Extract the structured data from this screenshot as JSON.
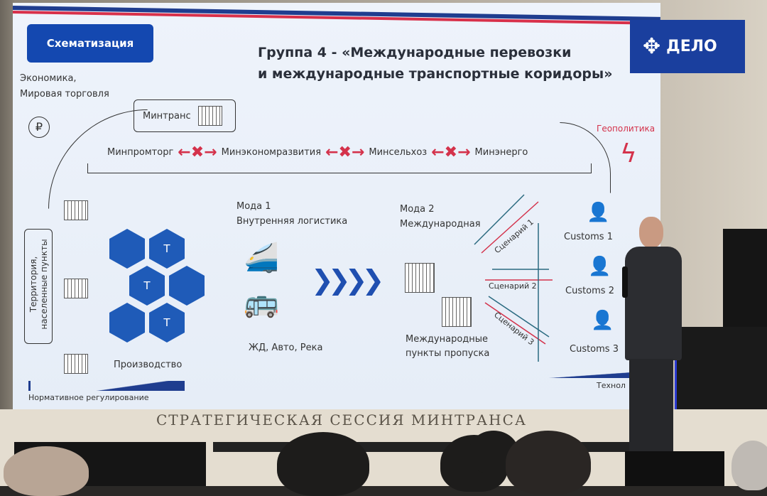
{
  "slide": {
    "badge": "Схематизация",
    "title_line1": "Группа 4 - «Международные перевозки",
    "title_line2": "и международные транспортные коридоры»",
    "economy_line1": "Экономика,",
    "economy_line2": "Мировая торговля",
    "geopolitics": "Геополитика",
    "mintrans": "Минтранс",
    "ministries": [
      "Минпромторг",
      "Минэкономразвития",
      "Минсельхоз",
      "Минэнерго"
    ],
    "territory_line1": "Территория,",
    "territory_line2": "населенные пункты",
    "production": "Производство",
    "hex_label": "Т",
    "mode1_line1": "Мода 1",
    "mode1_line2": "Внутренняя логистика",
    "transport": "ЖД, Авто, Река",
    "mode2_line1": "Мода 2",
    "mode2_line2": "Международная",
    "checkpoints_line1": "Международные",
    "checkpoints_line2": "пункты пропуска",
    "scenarios": [
      "Сценарий 1",
      "Сценарий 2",
      "Сценарий 3"
    ],
    "customs": [
      "Customs 1",
      "Customs 2",
      "Customs 3"
    ],
    "regulation": "Нормативное регулирование",
    "technology": "Технол"
  },
  "logo": {
    "text": "ДЕЛО"
  },
  "banner": "СТРАТЕГИЧЕСКАЯ СЕССИЯ МИНТРАНСА",
  "colors": {
    "accent_blue": "#1448b0",
    "red": "#d4324b",
    "logo_bg": "#1a3f9e"
  }
}
